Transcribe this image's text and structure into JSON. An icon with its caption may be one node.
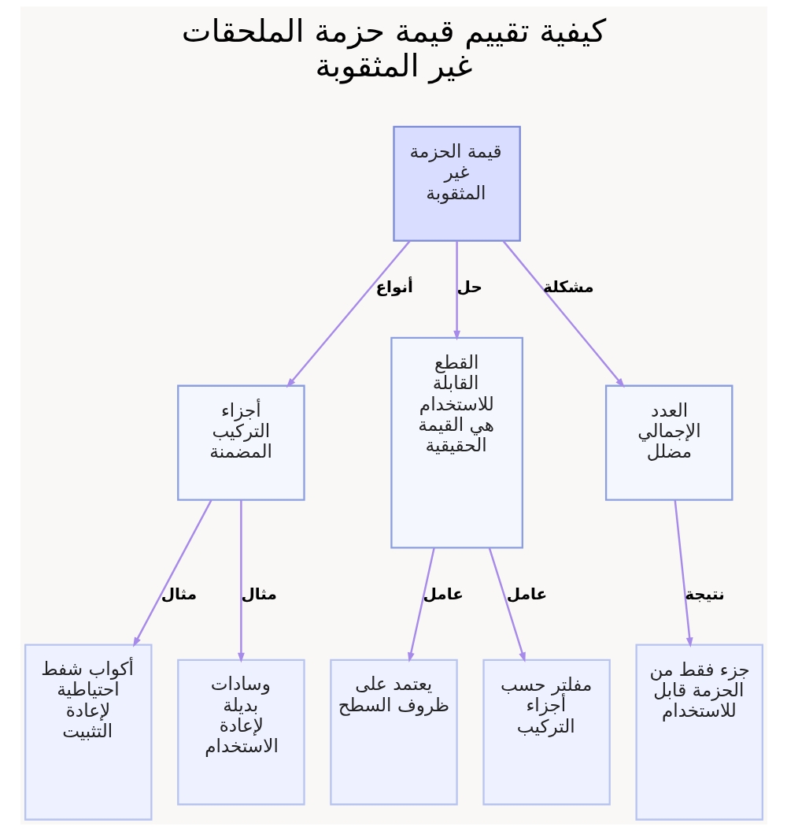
{
  "diagram": {
    "title": "كيفية تقييم قيمة حزمة الملحقات غير المثقوبة",
    "nodes": [
      {
        "text": [
          "قيمة الحزمة غير المثقوبة"
        ]
      },
      {
        "text": [
          "أجزاء التركيب المضمنة"
        ]
      },
      {
        "text": [
          "القطع القابلة للاستخدام هي القيمة الحقيقية"
        ]
      },
      {
        "text": [
          "العدد الإجمالي مضلل"
        ]
      },
      {
        "text": [
          "أكواب شفط احتياطية لإعادة التثبيت"
        ]
      },
      {
        "text": [
          "وسادات بديلة لإعادة الاستخدام"
        ]
      },
      {
        "text": [
          "يعتمد على ظروف السطح"
        ]
      },
      {
        "text": [
          "مفلتر حسب أجزاء التركيب"
        ]
      },
      {
        "text": [
          "جزء فقط من الحزمة قابل للاستخدام"
        ]
      }
    ],
    "edges": [
      {
        "from": 0,
        "to": 1,
        "arrow": "to",
        "label": "أنواع"
      },
      {
        "from": 0,
        "to": 2,
        "arrow": "to",
        "label": "حل"
      },
      {
        "from": 0,
        "to": 3,
        "arrow": "to",
        "label": "مشكلة"
      },
      {
        "from": 1,
        "to": 4,
        "arrow": "to",
        "label": "مثال"
      },
      {
        "from": 1,
        "to": 5,
        "arrow": "to",
        "label": "مثال"
      },
      {
        "from": 2,
        "to": 6,
        "arrow": "to",
        "label": "عامل"
      },
      {
        "from": 2,
        "to": 7,
        "arrow": "to",
        "label": "عامل"
      },
      {
        "from": 3,
        "to": 8,
        "arrow": "to",
        "label": "نتيجة"
      }
    ]
  }
}
